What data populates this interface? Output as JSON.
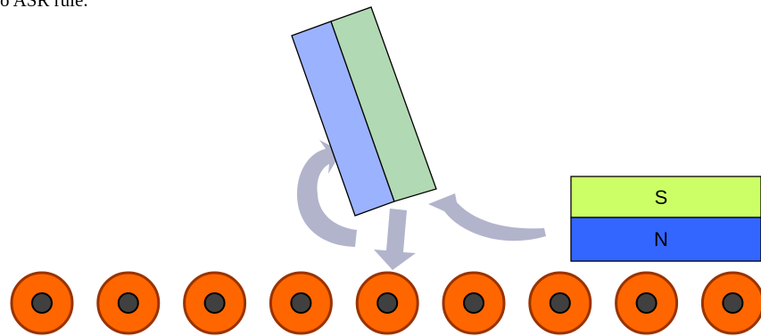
{
  "caption": "o ASR rule.",
  "magnet": {
    "top_pole_label": "S",
    "bottom_pole_label": "N",
    "top_pole_color": "#ccff66",
    "bottom_pole_color": "#3366ff"
  },
  "tilted_plate": {
    "left_layer_color": "#9bb2ff",
    "right_layer_color": "#b1d9b3"
  },
  "arrows": {
    "color": "#b2b4cc"
  },
  "atoms": {
    "outer_color": "#ff6600",
    "rim_color": "#993300",
    "core_color": "#404040",
    "count": 9
  }
}
